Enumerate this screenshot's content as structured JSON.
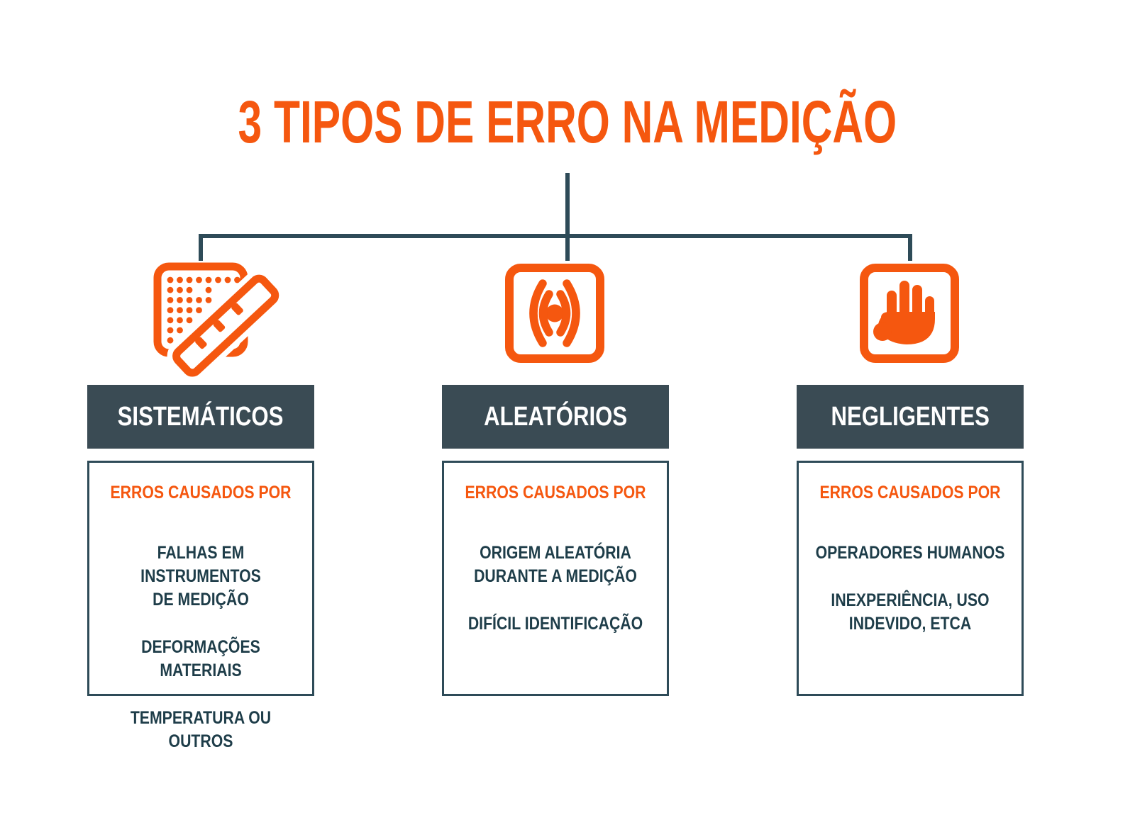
{
  "title": {
    "text": "3 TIPOS DE ERRO NA MEDIÇÃO"
  },
  "colors": {
    "accent_orange": "#F5570F",
    "header_slate": "#3A4B54",
    "body_text": "#1E3D49",
    "connector": "#2E4B58"
  },
  "columns": [
    {
      "id": "sistematicos",
      "icon": "grid-ruler-icon",
      "header": "SISTEMÁTICOS",
      "intro": "ERROS CAUSADOS POR",
      "items": [
        "FALHAS EM INSTRUMENTOS\nDE MEDIÇÃO",
        "DEFORMAÇÕES MATERIAIS",
        "TEMPERATURA OU OUTROS"
      ]
    },
    {
      "id": "aleatorios",
      "icon": "signal-icon",
      "header": "ALEATÓRIOS",
      "intro": "ERROS CAUSADOS POR",
      "items": [
        "ORIGEM ALEATÓRIA\nDURANTE A MEDIÇÃO",
        "DIFÍCIL IDENTIFICAÇÃO"
      ]
    },
    {
      "id": "negligentes",
      "icon": "hand-icon",
      "header": "NEGLIGENTES",
      "intro": "ERROS CAUSADOS POR",
      "items": [
        "OPERADORES HUMANOS",
        "INEXPERIÊNCIA, USO\nINDEVIDO, ETCA"
      ]
    }
  ]
}
